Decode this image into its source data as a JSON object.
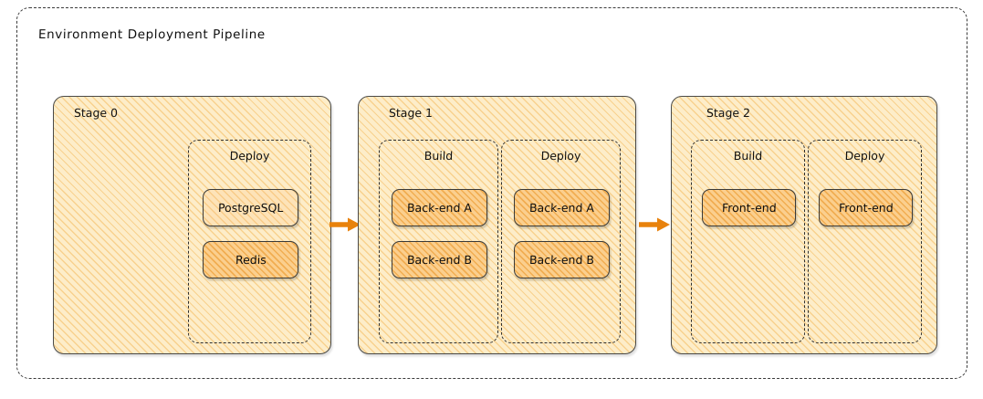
{
  "diagram": {
    "title": "Environment Deployment Pipeline",
    "colors": {
      "arrow": "#e8820c",
      "stage_fill": "#fdedc9",
      "node_fill": "#fbcf8e",
      "node_fill_light": "#fde3b8",
      "border": "#3a3a38",
      "dashed_border": "#2f2f2f",
      "text": "#0d0d0d"
    },
    "stages": [
      {
        "label": "Stage 0",
        "groups": [
          {
            "label": "Deploy",
            "nodes": [
              {
                "label": "PostgreSQL",
                "shade": "light"
              },
              {
                "label": "Redis",
                "shade": "dark"
              }
            ]
          }
        ]
      },
      {
        "label": "Stage 1",
        "groups": [
          {
            "label": "Build",
            "nodes": [
              {
                "label": "Back-end A",
                "shade": "dark"
              },
              {
                "label": "Back-end B",
                "shade": "dark"
              }
            ]
          },
          {
            "label": "Deploy",
            "nodes": [
              {
                "label": "Back-end A",
                "shade": "dark"
              },
              {
                "label": "Back-end B",
                "shade": "dark"
              }
            ]
          }
        ]
      },
      {
        "label": "Stage 2",
        "groups": [
          {
            "label": "Build",
            "nodes": [
              {
                "label": "Front-end",
                "shade": "dark"
              }
            ]
          },
          {
            "label": "Deploy",
            "nodes": [
              {
                "label": "Front-end",
                "shade": "dark"
              }
            ]
          }
        ]
      }
    ],
    "connectors": [
      {
        "name": "arrow-stage0-to-stage1",
        "from": "Stage 0",
        "to": "Stage 1"
      },
      {
        "name": "arrow-stage1-to-stage2",
        "from": "Stage 1",
        "to": "Stage 2"
      }
    ]
  }
}
